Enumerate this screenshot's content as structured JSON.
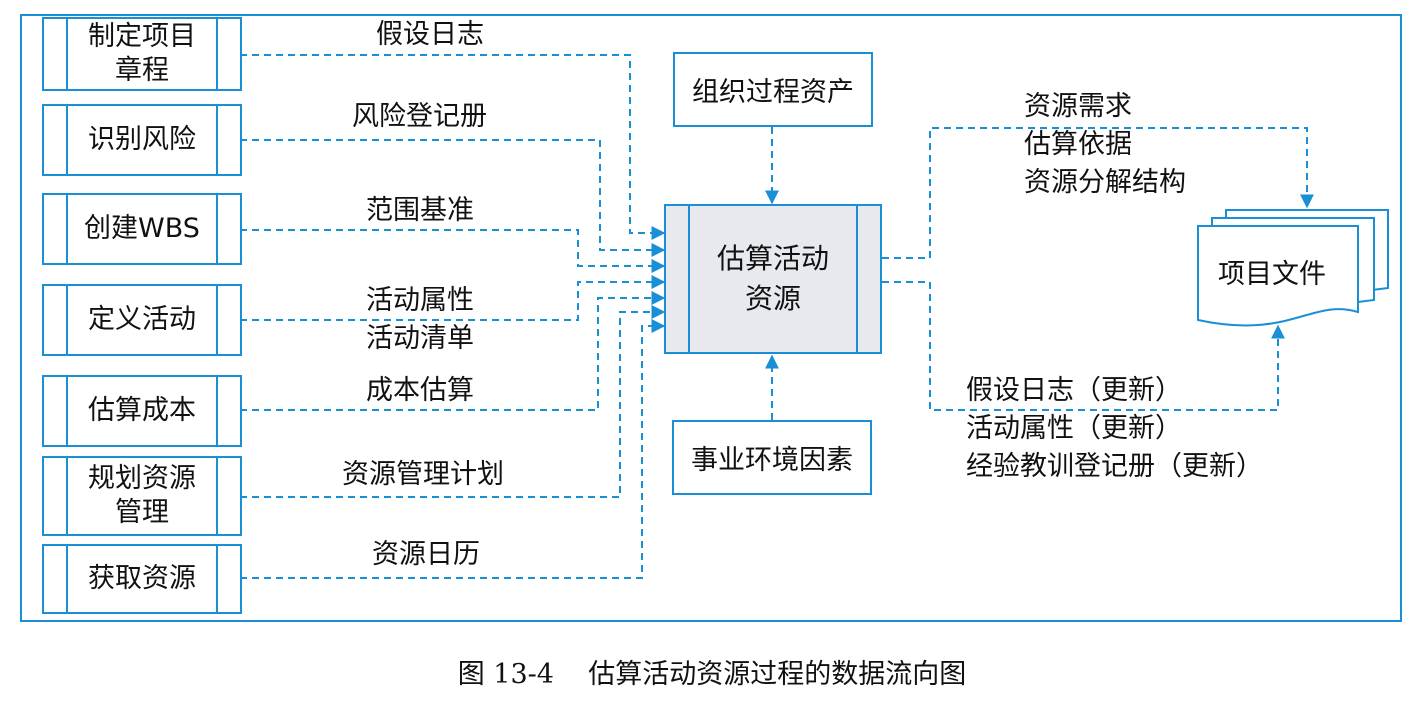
{
  "inputs": [
    {
      "id": "charter",
      "label": "制定项目\n章程",
      "flow": "假设日志"
    },
    {
      "id": "risk",
      "label": "识别风险",
      "flow": "风险登记册"
    },
    {
      "id": "wbs",
      "label": "创建WBS",
      "flow": "范围基准"
    },
    {
      "id": "activities",
      "label": "定义活动",
      "flow": "活动属性\n活动清单"
    },
    {
      "id": "cost",
      "label": "估算成本",
      "flow": "成本估算"
    },
    {
      "id": "plan-resource",
      "label": "规划资源\n管理",
      "flow": "资源管理计划"
    },
    {
      "id": "acquire",
      "label": "获取资源",
      "flow": "资源日历"
    }
  ],
  "top_input": "组织过程资产",
  "bottom_input": "事业环境因素",
  "process": "估算活动\n资源",
  "output_doc": "项目文件",
  "outputs_upper": [
    "资源需求",
    "估算依据",
    "资源分解结构"
  ],
  "outputs_lower": [
    "假设日志（更新）",
    "活动属性（更新）",
    "经验教训登记册（更新）"
  ],
  "caption": {
    "number": "图 13-4",
    "title": "估算活动资源过程的数据流向图"
  },
  "colors": {
    "line": "#1a8fd6",
    "process_fill": "#e7e9ee"
  }
}
